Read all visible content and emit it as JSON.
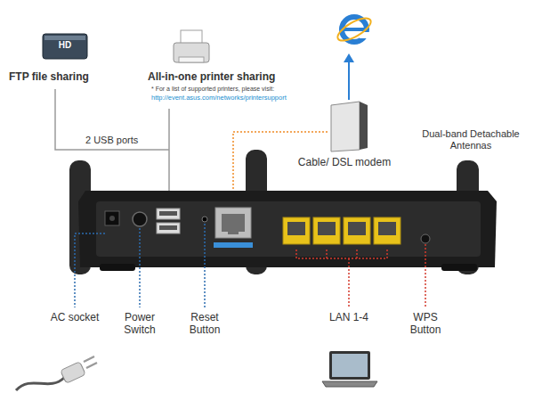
{
  "diagram": {
    "labels": [
      "FTP file sharing",
      "HD",
      "All-in-one printer sharing",
      "* For a list of supported printers, please visit:",
      "http://event.asus.com/networks/printersupport",
      "2 USB ports",
      "Cable/ DSL modem",
      "Dual-band Detachable Antennas",
      "AC socket",
      "Power Switch",
      "Reset Button",
      "LAN 1-4",
      "WPS Button"
    ]
  }
}
